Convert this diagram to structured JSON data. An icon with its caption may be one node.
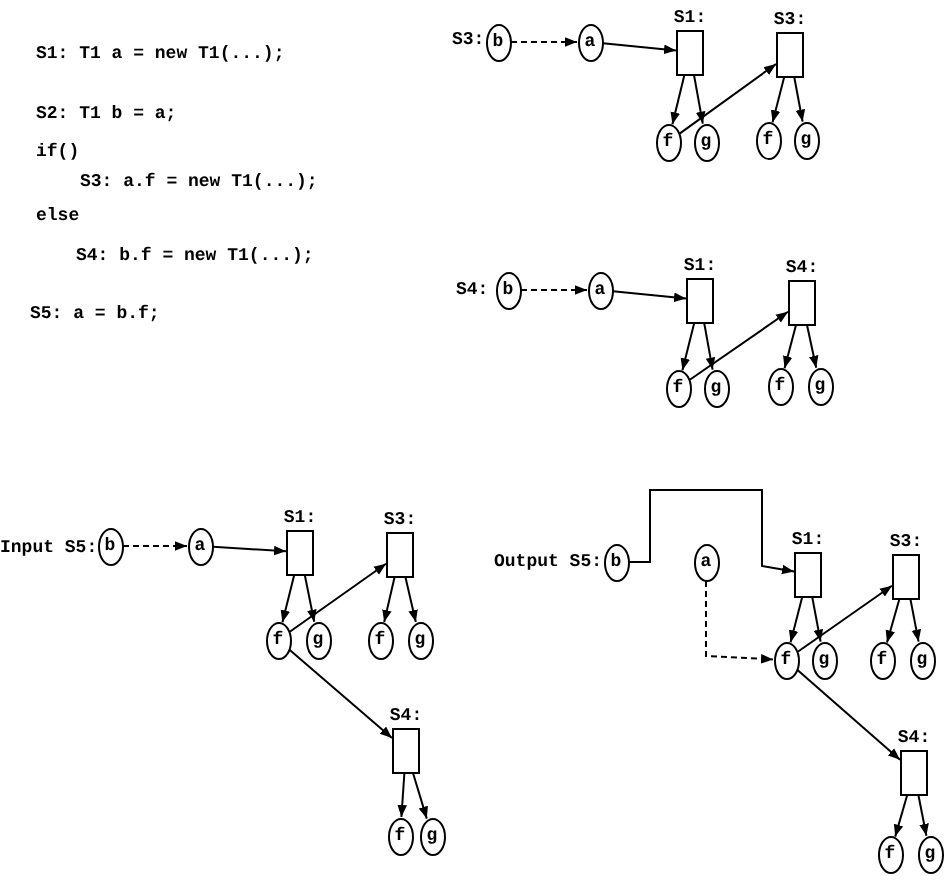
{
  "diagram": {
    "nodes": [
      {
        "text": [
          "b"
        ]
      },
      {
        "text": [
          "a"
        ]
      },
      {
        "text": [
          "S1:"
        ]
      },
      {
        "text": [
          "f"
        ]
      },
      {
        "text": [
          "g"
        ]
      },
      {
        "text": [
          "S3:"
        ]
      },
      {
        "text": [
          "f"
        ]
      },
      {
        "text": [
          "g"
        ]
      },
      {
        "text": [
          "b"
        ]
      },
      {
        "text": [
          "a"
        ]
      },
      {
        "text": [
          "S1:"
        ]
      },
      {
        "text": [
          "f"
        ]
      },
      {
        "text": [
          "g"
        ]
      },
      {
        "text": [
          "S4:"
        ]
      },
      {
        "text": [
          "f"
        ]
      },
      {
        "text": [
          "g"
        ]
      },
      {
        "text": [
          "b"
        ]
      },
      {
        "text": [
          "a"
        ]
      },
      {
        "text": [
          "S1:"
        ]
      },
      {
        "text": [
          "f"
        ]
      },
      {
        "text": [
          "g"
        ]
      },
      {
        "text": [
          "S3:"
        ]
      },
      {
        "text": [
          "f"
        ]
      },
      {
        "text": [
          "g"
        ]
      },
      {
        "text": [
          "S4:"
        ]
      },
      {
        "text": [
          "f"
        ]
      },
      {
        "text": [
          "g"
        ]
      },
      {
        "text": [
          "b"
        ]
      },
      {
        "text": [
          "a"
        ]
      },
      {
        "text": [
          "S1:"
        ]
      },
      {
        "text": [
          "f"
        ]
      },
      {
        "text": [
          "g"
        ]
      },
      {
        "text": [
          "S3:"
        ]
      },
      {
        "text": [
          "f"
        ]
      },
      {
        "text": [
          "g"
        ]
      },
      {
        "text": [
          "S4:"
        ]
      },
      {
        "text": [
          "f"
        ]
      },
      {
        "text": [
          "g"
        ]
      }
    ],
    "edges": [
      {
        "from": 0,
        "to": 1,
        "arrow": "to",
        "style": "dashed"
      },
      {
        "from": 1,
        "to": 2,
        "arrow": "to"
      },
      {
        "from": 2,
        "to": 3,
        "arrow": "to"
      },
      {
        "from": 2,
        "to": 4,
        "arrow": "to"
      },
      {
        "from": 5,
        "to": 6,
        "arrow": "to"
      },
      {
        "from": 5,
        "to": 7,
        "arrow": "to"
      },
      {
        "from": 3,
        "to": 5,
        "arrow": "to"
      },
      {
        "from": 8,
        "to": 9,
        "arrow": "to",
        "style": "dashed"
      },
      {
        "from": 9,
        "to": 10,
        "arrow": "to"
      },
      {
        "from": 10,
        "to": 11,
        "arrow": "to"
      },
      {
        "from": 10,
        "to": 12,
        "arrow": "to"
      },
      {
        "from": 13,
        "to": 14,
        "arrow": "to"
      },
      {
        "from": 13,
        "to": 15,
        "arrow": "to"
      },
      {
        "from": 11,
        "to": 13,
        "arrow": "to"
      },
      {
        "from": 16,
        "to": 17,
        "arrow": "to",
        "style": "dashed"
      },
      {
        "from": 17,
        "to": 18,
        "arrow": "to"
      },
      {
        "from": 18,
        "to": 19,
        "arrow": "to"
      },
      {
        "from": 18,
        "to": 20,
        "arrow": "to"
      },
      {
        "from": 21,
        "to": 22,
        "arrow": "to"
      },
      {
        "from": 21,
        "to": 23,
        "arrow": "to"
      },
      {
        "from": 24,
        "to": 25,
        "arrow": "to"
      },
      {
        "from": 24,
        "to": 26,
        "arrow": "to"
      },
      {
        "from": 19,
        "to": 21,
        "arrow": "to"
      },
      {
        "from": 19,
        "to": 24,
        "arrow": "to"
      },
      {
        "from": 27,
        "to": 29,
        "arrow": "to"
      },
      {
        "from": 28,
        "to": 30,
        "arrow": "to",
        "style": "dashed"
      },
      {
        "from": 29,
        "to": 30,
        "arrow": "to"
      },
      {
        "from": 29,
        "to": 31,
        "arrow": "to"
      },
      {
        "from": 32,
        "to": 33,
        "arrow": "to"
      },
      {
        "from": 32,
        "to": 34,
        "arrow": "to"
      },
      {
        "from": 35,
        "to": 36,
        "arrow": "to"
      },
      {
        "from": 35,
        "to": 37,
        "arrow": "to"
      },
      {
        "from": 30,
        "to": 32,
        "arrow": "to"
      },
      {
        "from": 30,
        "to": 35,
        "arrow": "to"
      }
    ],
    "labels": [
      "S1: T1 a = new T1(...);",
      "S2: T1 b = a;",
      "if()",
      "S3: a.f = new T1(...);",
      "else",
      "S4: b.f = new T1(...);",
      "S5: a = b.f;",
      "S3:",
      "S4:",
      "Input S5:",
      "Output S5:"
    ]
  }
}
